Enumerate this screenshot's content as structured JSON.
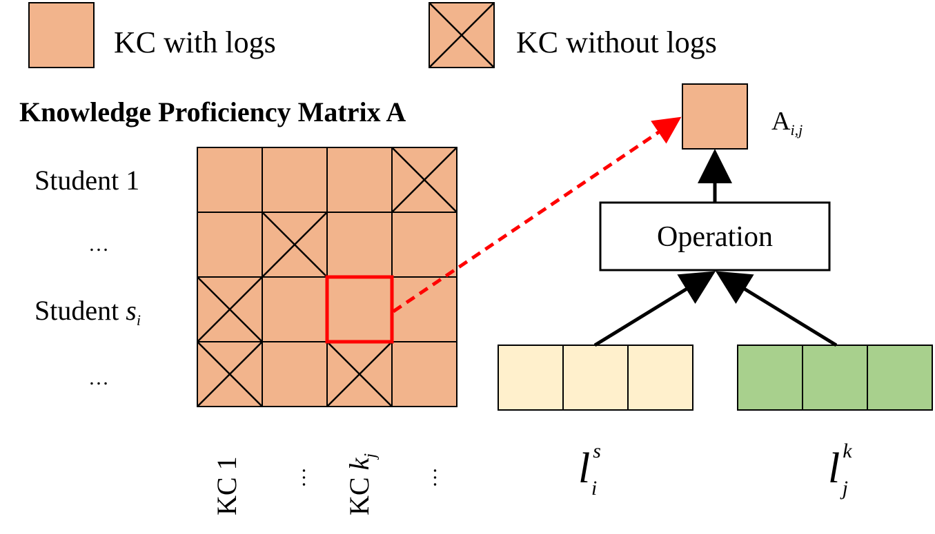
{
  "legend": {
    "with_logs_label": "KC with logs",
    "without_logs_label": "KC without logs"
  },
  "matrix": {
    "title": "Knowledge Proficiency Matrix A",
    "rows": [
      {
        "label": "Student 1",
        "subscript": ""
      },
      {
        "label": "…",
        "subscript": ""
      },
      {
        "label": "Student ",
        "var": "s",
        "subscript": "i"
      },
      {
        "label": "…",
        "subscript": ""
      }
    ],
    "columns": [
      {
        "label": "KC 1"
      },
      {
        "label": "…"
      },
      {
        "label": "KC ",
        "var": "k",
        "subscript": "j"
      },
      {
        "label": "…"
      }
    ],
    "cells_without_logs": [
      [
        0,
        3
      ],
      [
        1,
        1
      ],
      [
        2,
        0
      ],
      [
        3,
        0
      ],
      [
        3,
        2
      ]
    ],
    "highlighted_cell": [
      2,
      2
    ]
  },
  "output": {
    "label": "A",
    "subscript": "i,j"
  },
  "operation_label": "Operation",
  "student_vector": {
    "base": "l",
    "sup": "s",
    "sub": "i"
  },
  "kc_vector": {
    "base": "l",
    "sup": "k",
    "sub": "j"
  },
  "colors": {
    "cell_fill": "#F2B48C",
    "highlight": "#FF0000",
    "student_vector_fill": "#FFF0CC",
    "kc_vector_fill": "#A8D08D",
    "line": "#000000"
  }
}
